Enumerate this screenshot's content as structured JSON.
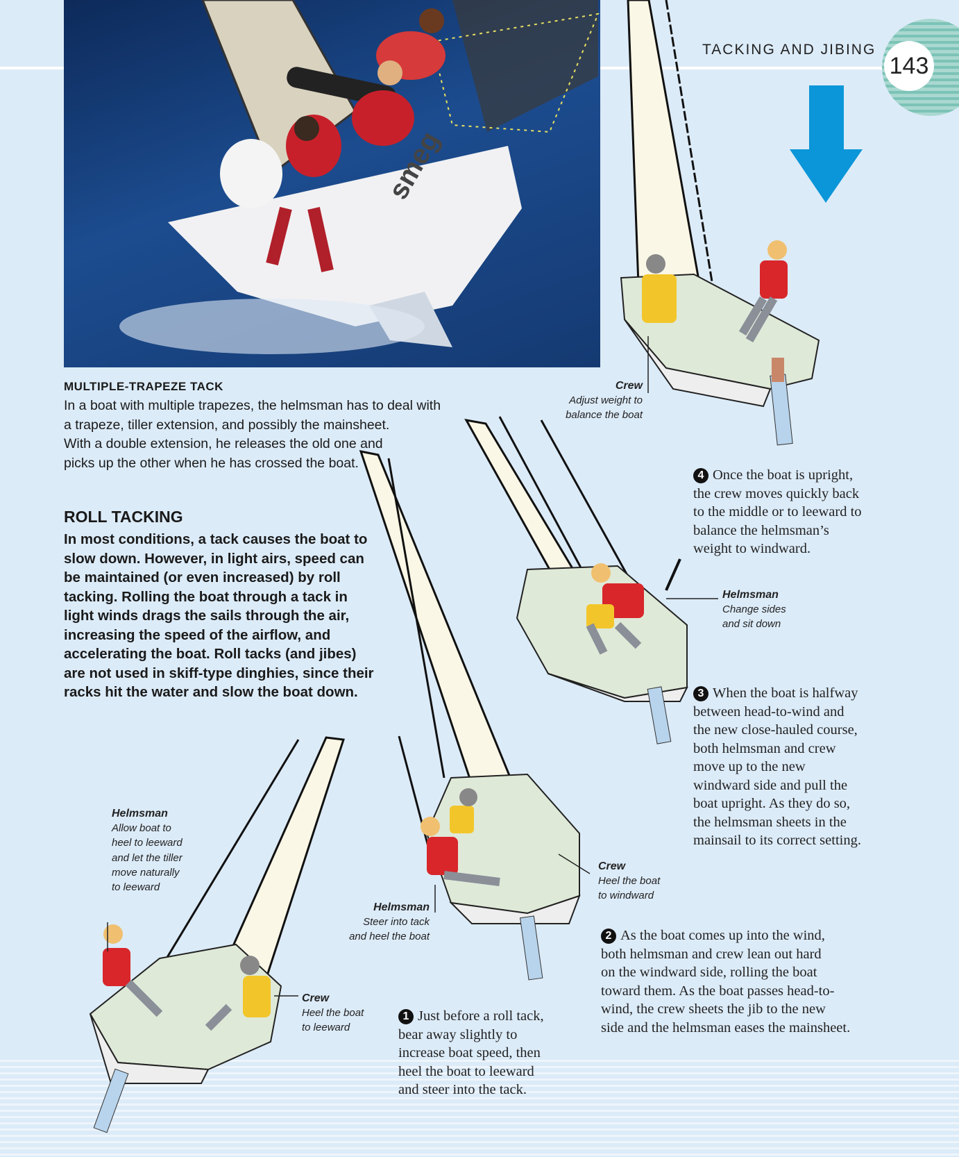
{
  "header": {
    "section_title": "TACKING AND JIBING",
    "page_number": "143"
  },
  "sidebar_text": {
    "multiple_trapeze": {
      "heading": "MULTIPLE-TRAPEZE TACK",
      "lines": [
        "In a boat with multiple trapezes, the helmsman has to deal with",
        "a trapeze, tiller extension, and possibly the mainsheet.",
        "With a double extension, he releases the old one and",
        "picks up the other when he has crossed the boat."
      ]
    },
    "roll_tacking": {
      "heading": "ROLL TACKING",
      "lines": [
        "In most conditions, a tack causes the boat to",
        "slow down. However, in light airs, speed can",
        "be maintained (or even increased) by roll",
        "tacking. Rolling the boat through a tack in",
        "light winds drags the sails through the air,",
        "increasing the speed of the airflow, and",
        "accelerating the boat. Roll tacks (and jibes)",
        "are not used in skiff-type dinghies, since their",
        "racks hit the water and slow the boat down."
      ]
    }
  },
  "steps": [
    {
      "number": "1",
      "lines": [
        "Just before a roll tack,",
        "bear away slightly to",
        "increase boat speed, then",
        "heel the boat to leeward",
        "and steer into the tack."
      ]
    },
    {
      "number": "2",
      "lines": [
        "As the boat comes up into the wind,",
        "both helmsman and crew lean out hard",
        "on the windward side, rolling the boat",
        "toward them. As the boat passes head-to-",
        "wind, the crew sheets the jib to the new",
        "side and the helmsman eases the mainsheet."
      ]
    },
    {
      "number": "3",
      "lines": [
        "When the boat is halfway",
        "between head-to-wind and",
        "the new close-hauled course,",
        "both helmsman and crew",
        "move up to the new",
        "windward side and pull the",
        "boat upright. As they do so,",
        "the helmsman sheets in the",
        "mainsail to its correct setting."
      ]
    },
    {
      "number": "4",
      "lines": [
        "Once the boat is upright,",
        "the crew moves quickly back",
        "to the middle or to leeward to",
        "balance the helmsman’s",
        "weight to windward."
      ]
    }
  ],
  "captions": {
    "crew_4": {
      "title": "Crew",
      "lines": [
        "Adjust weight to",
        "balance the boat"
      ]
    },
    "helmsman_3": {
      "title": "Helmsman",
      "lines": [
        "Change sides",
        "and sit down"
      ]
    },
    "helmsman_1": {
      "title": "Helmsman",
      "lines": [
        "Allow boat to",
        "heel to leeward",
        "and let the tiller",
        "move naturally",
        "to leeward"
      ]
    },
    "helmsman_2": {
      "title": "Helmsman",
      "lines": [
        "Steer into tack",
        "and heel the boat"
      ]
    },
    "crew_2": {
      "title": "Crew",
      "lines": [
        "Heel the boat",
        "to windward"
      ]
    },
    "crew_1": {
      "title": "Crew",
      "lines": [
        "Heel the boat",
        "to leeward"
      ]
    }
  },
  "icons": {
    "direction": "down-arrow-icon"
  },
  "colors": {
    "background": "#dcebf8",
    "arrow": "#0a96d8",
    "page_circle": "#7cc3b7",
    "lifejacket_red": "#d8262a",
    "lifejacket_yellow": "#f2c62a"
  }
}
